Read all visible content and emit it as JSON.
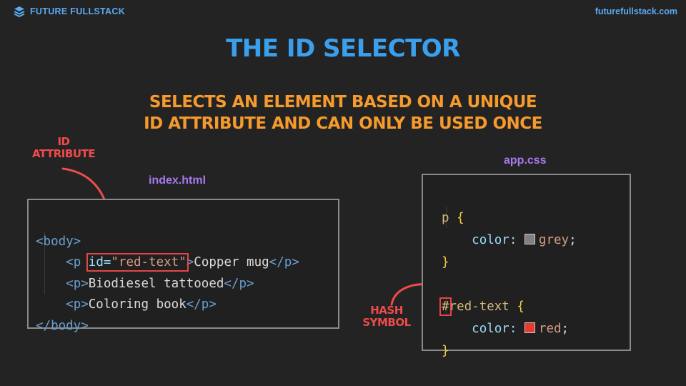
{
  "header": {
    "brand": "FUTURE FULLSTACK",
    "url": "futurefullstack.com"
  },
  "slide": {
    "title": "The ID Selector",
    "subtitle_line1": "Selects an element based on a unique",
    "subtitle_line2": "ID attribute and can only be used once"
  },
  "annotations": {
    "id_line1": "ID",
    "id_line2": "Attribute",
    "hash_line1": "Hash",
    "hash_line2": "Symbol"
  },
  "html_file": {
    "name": "index.html",
    "body_open": "<body>",
    "body_close": "</body>",
    "p_open": "<p",
    "p_open_full": "<p>",
    "gt": ">",
    "p_close": "</p>",
    "attr_name": "id=",
    "attr_value": "\"red-text\"",
    "items": [
      "Copper mug",
      "Biodiesel tattooed",
      "Coloring book"
    ]
  },
  "css_file": {
    "name": "app.css",
    "rule1_selector": "p",
    "rule2_hash": "#",
    "rule2_selector": "red-text",
    "open_brace": "{",
    "close_brace": "}",
    "property": "color:",
    "rule1_value": "grey",
    "rule2_value": "red",
    "semicolon": ";"
  },
  "colors": {
    "title": "#3aa0ee",
    "subtitle": "#f59a2d",
    "annotation": "#ef4b4b",
    "file_label": "#a779f0",
    "grey_swatch": "#808080",
    "red_swatch": "#e63c2f"
  }
}
